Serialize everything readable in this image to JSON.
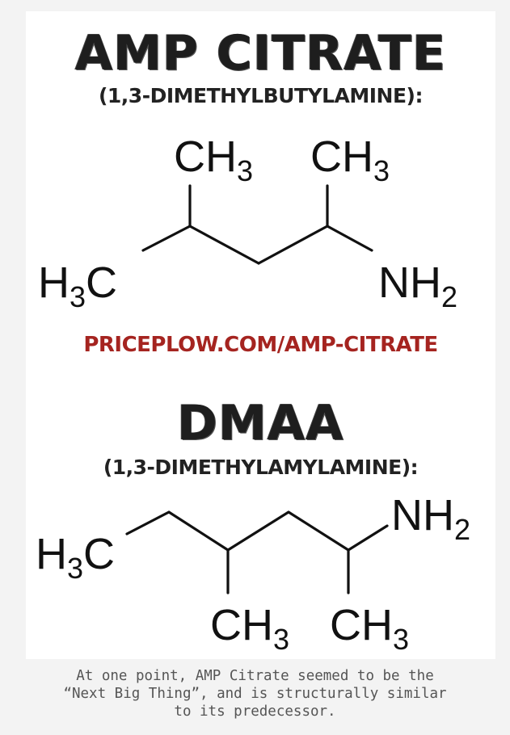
{
  "figure": {
    "amp_citrate": {
      "title": "AMP CITRATE",
      "subtitle": "(1,3-DIMETHYLBUTYLAMINE):",
      "structure_labels": {
        "ch3_left": "CH",
        "ch3_left_sub": "3",
        "ch3_right": "CH",
        "ch3_right_sub": "3",
        "h3c_a": "H",
        "h3c_sub": "3",
        "h3c_b": "C",
        "nh2": "NH",
        "nh2_sub": "2"
      }
    },
    "url": "PRICEPLOW.COM/AMP-CITRATE",
    "dmaa": {
      "title": "DMAA",
      "subtitle": "(1,3-DIMETHYLAMYLAMINE):",
      "structure_labels": {
        "h3c_a": "H",
        "h3c_sub": "3",
        "h3c_b": "C",
        "nh2": "NH",
        "nh2_sub": "2",
        "ch3_left": "CH",
        "ch3_left_sub": "3",
        "ch3_right": "CH",
        "ch3_right_sub": "3"
      }
    }
  },
  "caption": {
    "line1": "At one point, AMP Citrate seemed to be the",
    "line2": "“Next Big Thing”, and is structurally similar",
    "line3": "to its predecessor."
  },
  "colors": {
    "page_background": "#f3f3f3",
    "card_background": "#ffffff",
    "title_text": "#1e1e1e",
    "url_text": "#a52420",
    "caption_text": "#555555"
  }
}
